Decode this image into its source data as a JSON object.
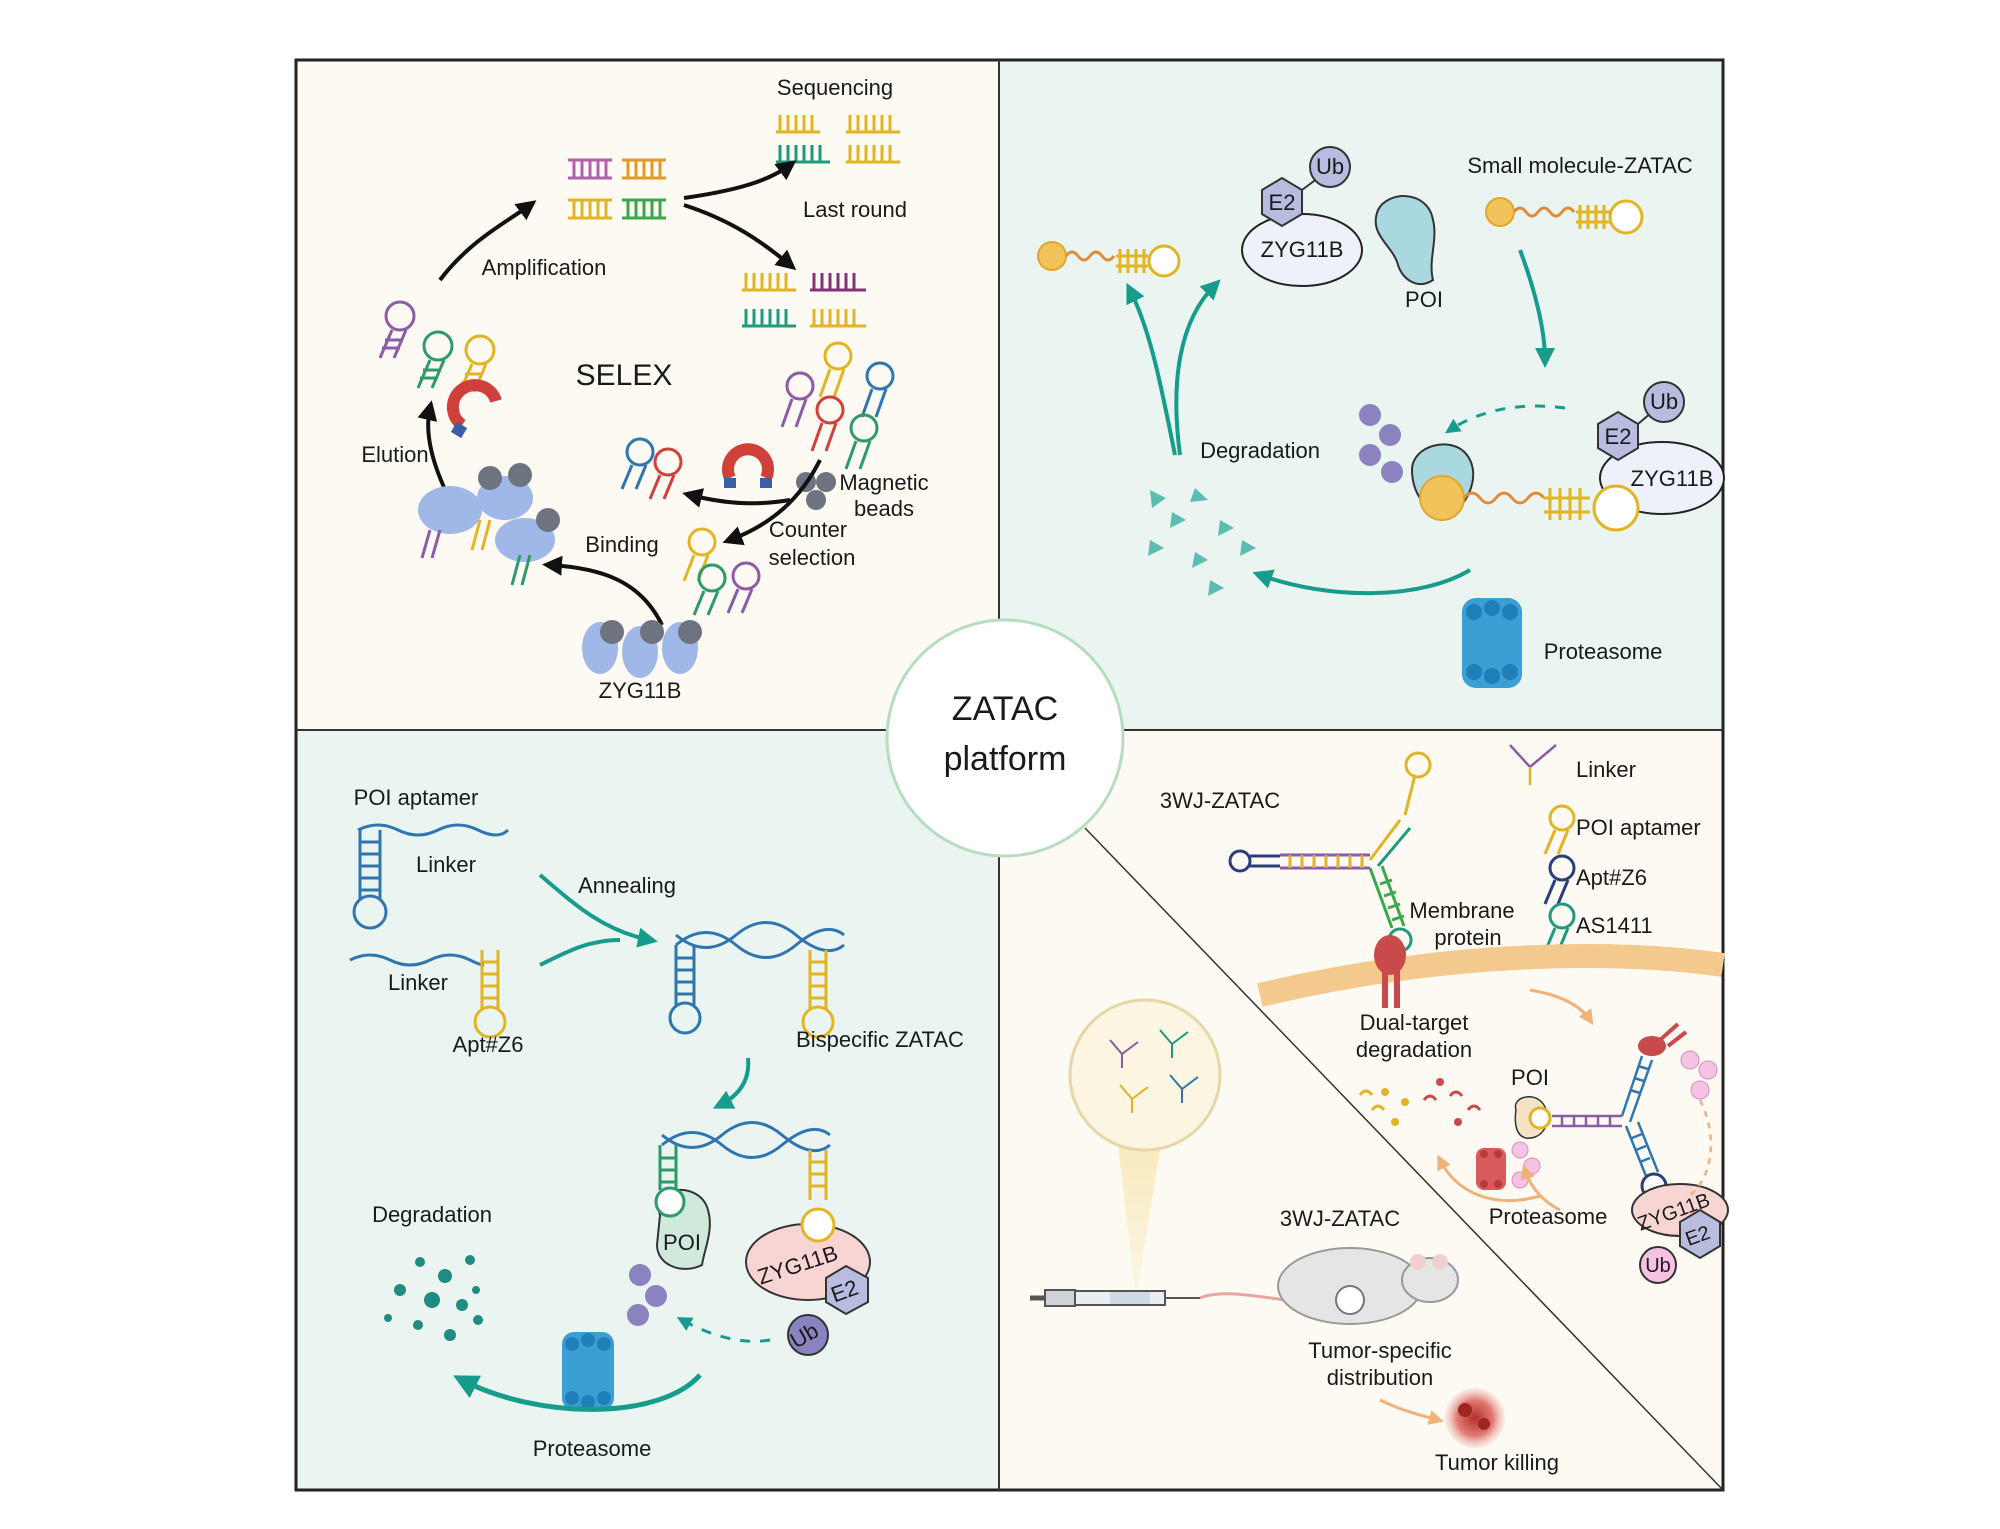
{
  "center": {
    "line1": "ZATAC",
    "line2": "platform"
  },
  "selex": {
    "title": "SELEX",
    "sequencing": "Sequencing",
    "last_round": "Last round",
    "amplification": "Amplification",
    "elution": "Elution",
    "magnetic_beads_1": "Magnetic",
    "magnetic_beads_2": "beads",
    "counter_selection_1": "Counter",
    "counter_selection_2": "selection",
    "binding": "Binding",
    "target": "ZYG11B"
  },
  "small_molecule": {
    "title": "Small molecule-ZATAC",
    "ub": "Ub",
    "e2": "E2",
    "zyg": "ZYG11B",
    "poi": "POI",
    "degradation": "Degradation",
    "proteasome": "Proteasome"
  },
  "bispecific": {
    "poi_aptamer": "POI aptamer",
    "linker_1": "Linker",
    "linker_2": "Linker",
    "annealing": "Annealing",
    "apt": "Apt#Z6",
    "bispecific_zatac": "Bispecific ZATAC",
    "degradation": "Degradation",
    "poi": "POI",
    "zyg": "ZYG11B",
    "e2": "E2",
    "ub": "Ub",
    "proteasome": "Proteasome"
  },
  "threewj": {
    "title": "3WJ-ZATAC",
    "legend": [
      "Linker",
      "POI aptamer",
      "Apt#Z6",
      "AS1411"
    ],
    "membrane_1": "Membrane",
    "membrane_2": "protein",
    "dual_1": "Dual-target",
    "dual_2": "degradation",
    "poi": "POI",
    "zyg": "ZYG11B",
    "e2": "E2",
    "ub": "Ub",
    "proteasome": "Proteasome",
    "mouse_label": "3WJ-ZATAC",
    "tumor_dist_1": "Tumor-specific",
    "tumor_dist_2": "distribution",
    "tumor_killing": "Tumor killing"
  },
  "colors": {
    "panel_cream": "#fdfaf3",
    "panel_mint": "#eaf5f2",
    "teal": "#179c8c",
    "yellow": "#e3b422",
    "purple": "#8d5ba6",
    "blue": "#2f76b0",
    "red": "#d0403a",
    "green": "#2e9a6a",
    "protein_blue": "#9fb8e8",
    "ub_purple": "#8b82c0"
  }
}
